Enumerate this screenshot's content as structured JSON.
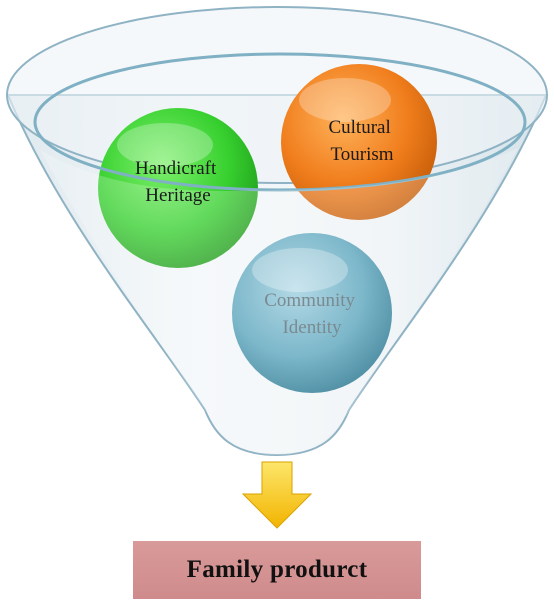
{
  "diagram": {
    "inputs": [
      {
        "label_line1": "Handicraft",
        "label_line2": "Heritage",
        "color": "#37d02f"
      },
      {
        "label_line1": "Cultural",
        "label_line2": "Tourism",
        "color": "#f07d1c"
      },
      {
        "label_line1": "Community",
        "label_line2": "Identity",
        "color": "#6aa9bd"
      }
    ],
    "arrow_color": "#f2c200",
    "result": {
      "label": "Family produrct",
      "color": "#d99a9a"
    }
  }
}
